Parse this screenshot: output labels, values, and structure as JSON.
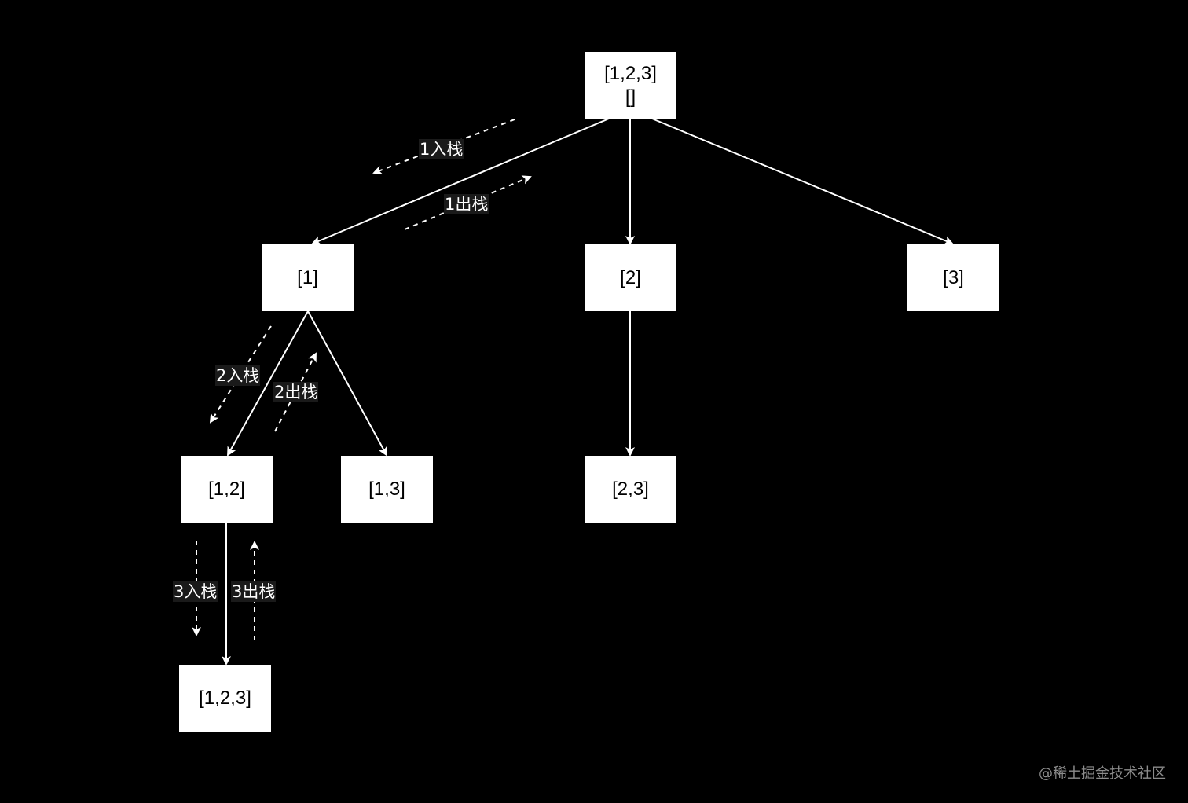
{
  "diagram": {
    "nodes": {
      "root": {
        "line1": "[1,2,3]",
        "line2": "[]"
      },
      "n1": "[1]",
      "n2": "[2]",
      "n3": "[3]",
      "n12": "[1,2]",
      "n13": "[1,3]",
      "n23": "[2,3]",
      "n123": "[1,2,3]"
    },
    "edges": [
      {
        "from": "root",
        "to": "n1"
      },
      {
        "from": "root",
        "to": "n2"
      },
      {
        "from": "root",
        "to": "n3"
      },
      {
        "from": "n1",
        "to": "n12"
      },
      {
        "from": "n1",
        "to": "n13"
      },
      {
        "from": "n2",
        "to": "n23"
      },
      {
        "from": "n12",
        "to": "n123"
      }
    ],
    "stack_labels": {
      "push1": "1入栈",
      "pop1": "1出栈",
      "push2": "2入栈",
      "pop2": "2出栈",
      "push3": "3入栈",
      "pop3": "3出栈"
    }
  },
  "watermark": "@稀土掘金技术社区",
  "colors": {
    "background": "#000000",
    "node_fill": "#ffffff",
    "node_text": "#000000",
    "edge": "#ffffff",
    "label_bg": "#1a1a1a"
  }
}
